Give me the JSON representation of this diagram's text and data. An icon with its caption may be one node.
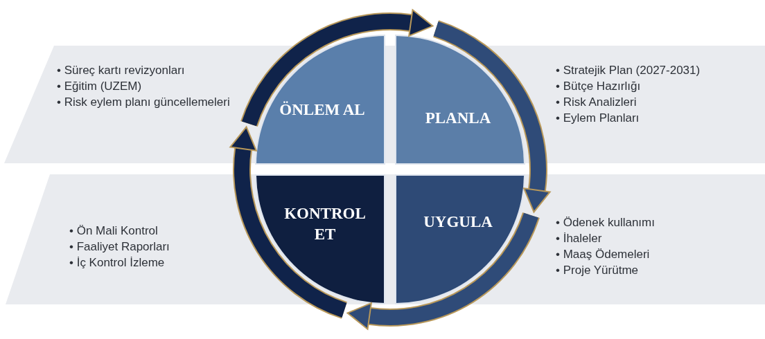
{
  "diagram": {
    "nodes": [
      {
        "text": [
          "ÖNLEM AL"
        ]
      },
      {
        "text": [
          "PLANLA"
        ]
      },
      {
        "text": [
          "UYGULA"
        ]
      },
      {
        "text": [
          "KONTROL ET"
        ]
      }
    ],
    "edges": [
      {
        "from": 0,
        "to": 1,
        "arrow": "to",
        "color": "#10234a"
      },
      {
        "from": 1,
        "to": 2,
        "arrow": "to",
        "color": "#2f4b78"
      },
      {
        "from": 2,
        "to": 3,
        "arrow": "to",
        "color": "#2f4b78"
      },
      {
        "from": 3,
        "to": 0,
        "arrow": "to",
        "color": "#10234a"
      }
    ],
    "labels": [
      "• Süreç kartı revizyonları",
      "• Eğitim (UZEM)",
      "• Risk eylem planı güncellemeleri",
      "• Stratejik Plan (2027-2031)",
      "• Bütçe Hazırlığı",
      "• Risk Analizleri",
      "• Eylem Planları",
      "• Ön Mali Kontrol",
      "• Faaliyet Raporları",
      "• İç Kontrol İzleme",
      "• Ödenek kullanımı",
      "• İhaleler",
      "• Maaş Ödemeleri",
      "• Proje Yürütme"
    ]
  }
}
